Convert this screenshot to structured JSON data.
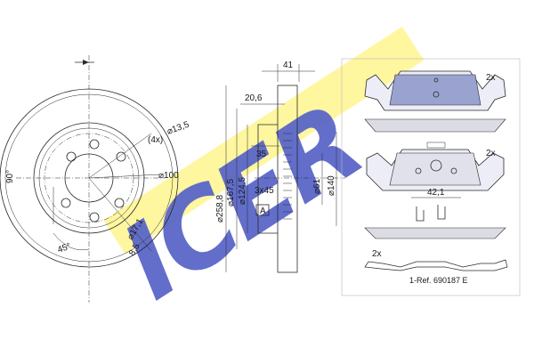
{
  "brand": {
    "logo_text": "ICER",
    "logo_yellow": "#fff6a0",
    "logo_blue": "#5a67c8"
  },
  "disc": {
    "bolts_label": "(4x)",
    "bolt_dia": "13,5",
    "pcd": "100",
    "angle_90": "90°",
    "angle_45": "45°",
    "center_hole": "17,1",
    "hole_offset": "8,5"
  },
  "section": {
    "thickness": "41",
    "offset": "20,6",
    "outer_dia": "258,8",
    "dia_167": "167,5",
    "dia_124": "124,5",
    "depth": "35",
    "holes": "3x45",
    "dia_61": "61",
    "dia_140": "140",
    "marker": "A"
  },
  "pads": {
    "qty_top": "2x",
    "qty_mid": "2x",
    "width": "42,1",
    "qty_clip": "2x",
    "ref": "1-Ref. 690187 E"
  }
}
